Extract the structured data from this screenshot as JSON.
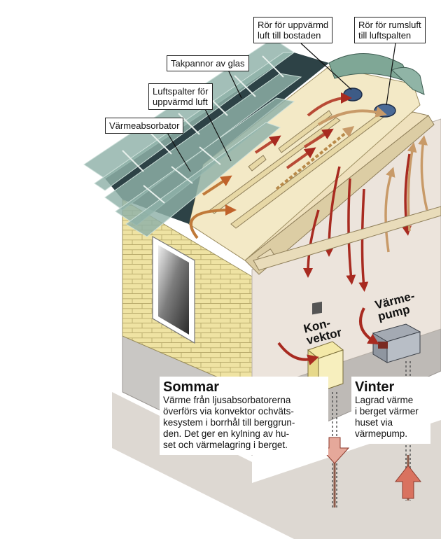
{
  "callouts": {
    "pipe_heated": [
      "Rör för uppvärmd",
      "luft till bostaden"
    ],
    "pipe_room": [
      "Rör för rumsluft",
      "till luftspalten"
    ],
    "glass_tiles": "Takpannor av glas",
    "air_gaps": [
      "Luftspalter för",
      "uppvärmd luft"
    ],
    "absorber": "Värmeabsorbator"
  },
  "machines": {
    "convector": [
      "Kon-",
      "vektor"
    ],
    "heat_pump": [
      "Värme-",
      "pump"
    ]
  },
  "summer": {
    "title": "Sommar",
    "lines": [
      "Värme från ljusabsorbatorerna",
      "överförs via konvektor ochväts-",
      "kesystem i borrhål till berggrun-",
      "den. Det ger en kylning av hu-",
      "set och värmelagring i berget."
    ]
  },
  "winter": {
    "title": "Vinter",
    "lines": [
      "Lagrad värme",
      "i berget värmer",
      "huset via",
      "värmepump."
    ]
  },
  "colors": {
    "brick": "#efe3a3",
    "wall": "#ece4dc",
    "foundation": "#c9c7c4",
    "ground": "#ddd8d2",
    "absorber": "#2d4246",
    "glass": "#8fb1a8",
    "air_gap": "#f3e9c6",
    "arrow_red": "#a82a20",
    "arrow_orange": "#c0622a",
    "arrow_tan": "#c89a68"
  }
}
